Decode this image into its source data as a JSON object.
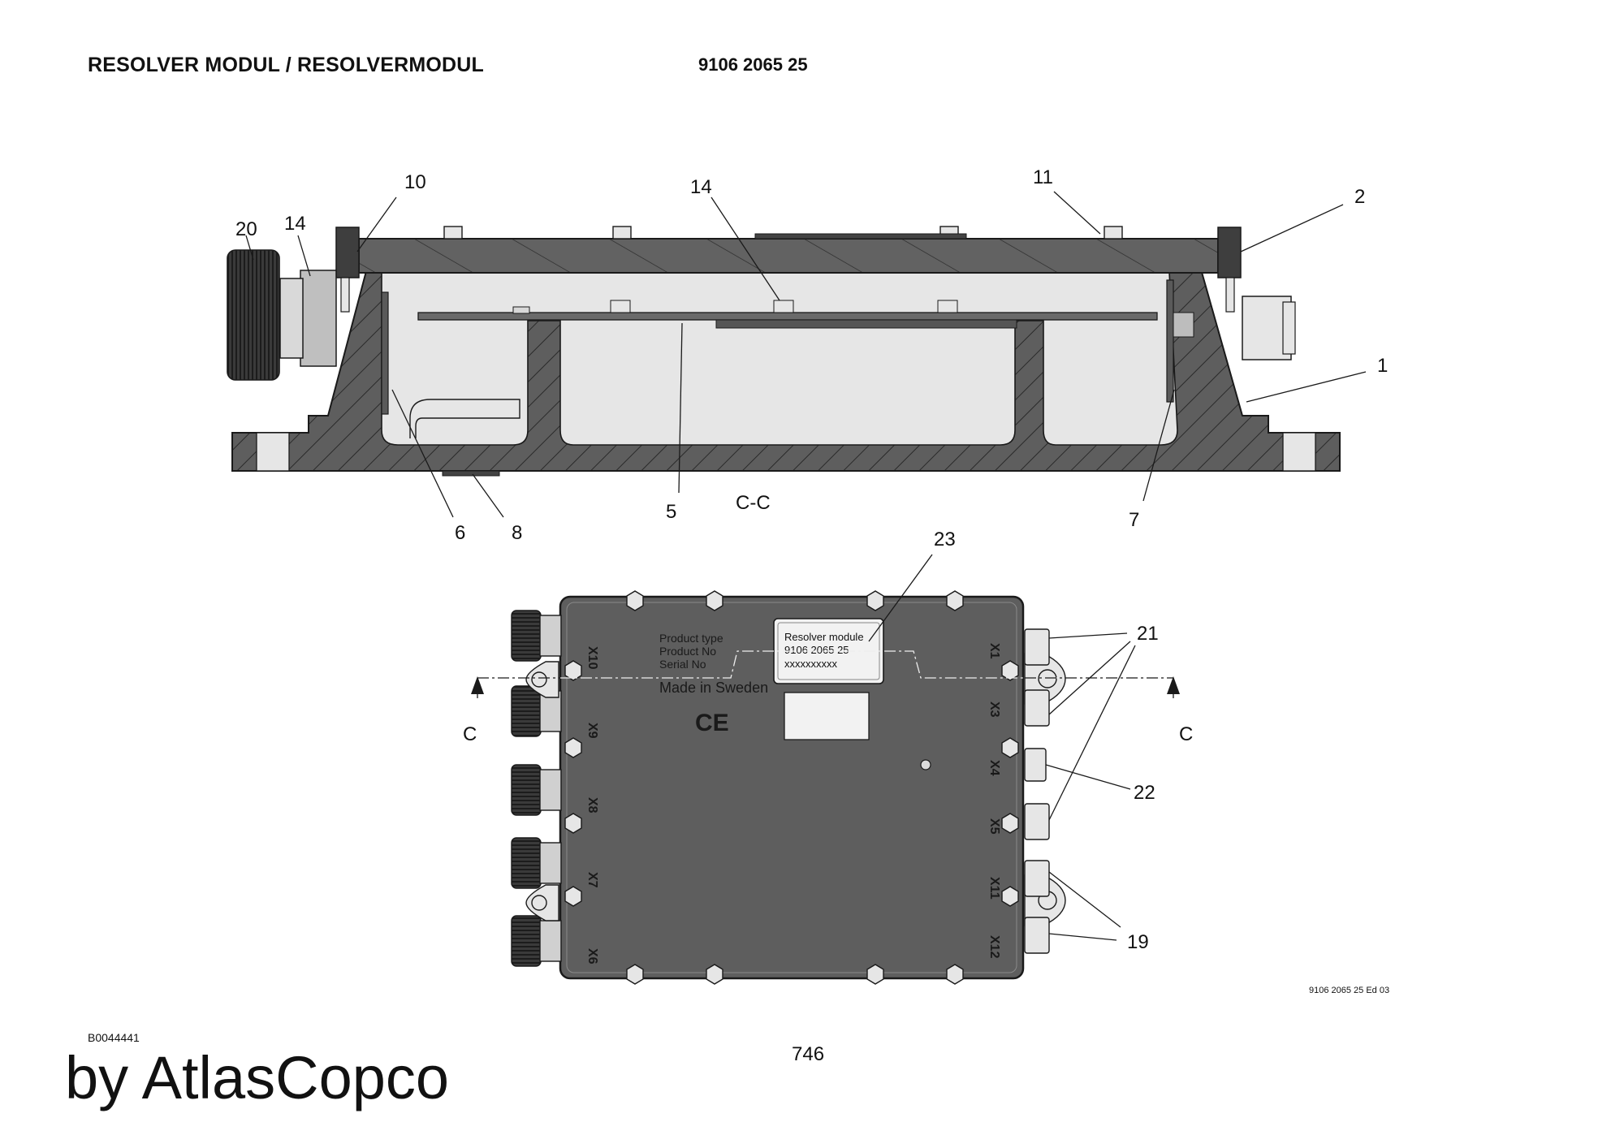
{
  "header": {
    "title": "RESOLVER MODUL / RESOLVERMODUL",
    "part_number": "9106 2065 25"
  },
  "section_view": {
    "section_label": "C-C",
    "callouts": [
      "20",
      "14",
      "10",
      "14",
      "11",
      "2",
      "1",
      "6",
      "8",
      "5",
      "7"
    ]
  },
  "top_view": {
    "callouts": [
      "23",
      "21",
      "22",
      "19"
    ],
    "section_marker": "C",
    "connector_labels": [
      "X10",
      "X9",
      "X8",
      "X7",
      "X6",
      "X1",
      "X3",
      "X4",
      "X5",
      "X11",
      "X12"
    ],
    "panel_text": {
      "line1": "Product type",
      "line2": "Product No",
      "line3": "Serial No",
      "made_in": "Made in Sweden",
      "ce_mark": "CE"
    },
    "label_plate": {
      "line1": "Resolver module",
      "line2": "9106 2065 25",
      "line3": "xxxxxxxxxx"
    }
  },
  "footer": {
    "revision": "9106 2065 25 Ed 03",
    "document_id": "B0044441",
    "page_number": "746",
    "brand": "by AtlasCopco"
  },
  "colors": {
    "housing_dark": "#5e5e5e",
    "housing_light": "#e6e6e6",
    "line": "#1a1a1a"
  }
}
